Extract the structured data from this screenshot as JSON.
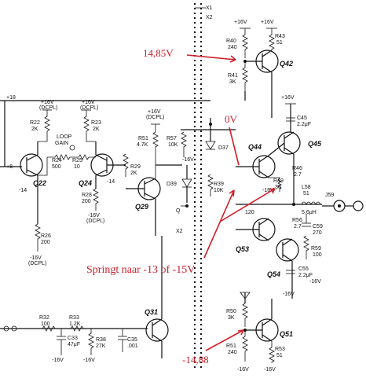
{
  "annotations": {
    "v_q42": "14,85V",
    "v_zero": "0V",
    "v_springt": "Springt naar -13 of -15V",
    "v_q51": "-14,88"
  },
  "annotation_color": "#cc1f2a",
  "transistors": {
    "q22": "Q22",
    "q24": "Q24",
    "q29": "Q29",
    "q31": "Q31",
    "q42": "Q42",
    "q44": "Q44",
    "q45": "Q45",
    "q53": "Q53",
    "q54": "Q54",
    "q51": "Q51"
  },
  "components": {
    "r22": "R22",
    "r22v": "2K",
    "r23": "R23",
    "r23v": "2K",
    "r24": "R24",
    "r24v": "500",
    "r25": "R25",
    "r25v": "10",
    "loop_gain_1": "LOOP",
    "loop_gain_2": "GAIN",
    "r26": "R26",
    "r26v": "200",
    "r28": "R28",
    "r28v": "200",
    "r29": "R29",
    "r29v": "2K",
    "r51": "R51",
    "r51v": "4.7K",
    "r57": "R57",
    "r57v": "10K",
    "r39": "R39",
    "r39v": "10K",
    "r40": "R40",
    "r40v": "240",
    "r43": "R43",
    "r43v": "51",
    "r41": "R41",
    "r41v": "3K",
    "r46": "R46",
    "r46v": "2.7",
    "r49": "R49",
    "r49v": "30",
    "r56": "R56",
    "r56v": "2.7",
    "r59": "R59",
    "r59v": "100",
    "l58": "L58",
    "l58v": "5.6μH",
    "r51b": "51",
    "c45": "C45",
    "c45v": "2.2μF",
    "c59": "C59",
    "c59v": "270",
    "c55": "C55",
    "c55v": "2.2μF",
    "c20": "120",
    "d37": "D37",
    "d39": "D39",
    "j59": "J59",
    "r32": "R32",
    "r32v": "100",
    "r33": "R33",
    "r33v": "1.2K",
    "r38": "R38",
    "r38v": "27K",
    "c33": "C33",
    "c33v": "47μF",
    "c35": "C35",
    "c35v": ".001",
    "r50": "R50",
    "r50v": "3K",
    "r51c": "R51",
    "r51cv": "240",
    "r53": "R53",
    "r53v": "51"
  },
  "rails": {
    "p16": "+16V",
    "p16dcpl": "+16V",
    "dcpl": "(DCPL)",
    "m16": "-16V",
    "m16dcpl": "-16V",
    "m14": "-14",
    "p8": "+8",
    "p18": "+18",
    "x1": "X1",
    "x2": "X2",
    "qq": "Q"
  }
}
